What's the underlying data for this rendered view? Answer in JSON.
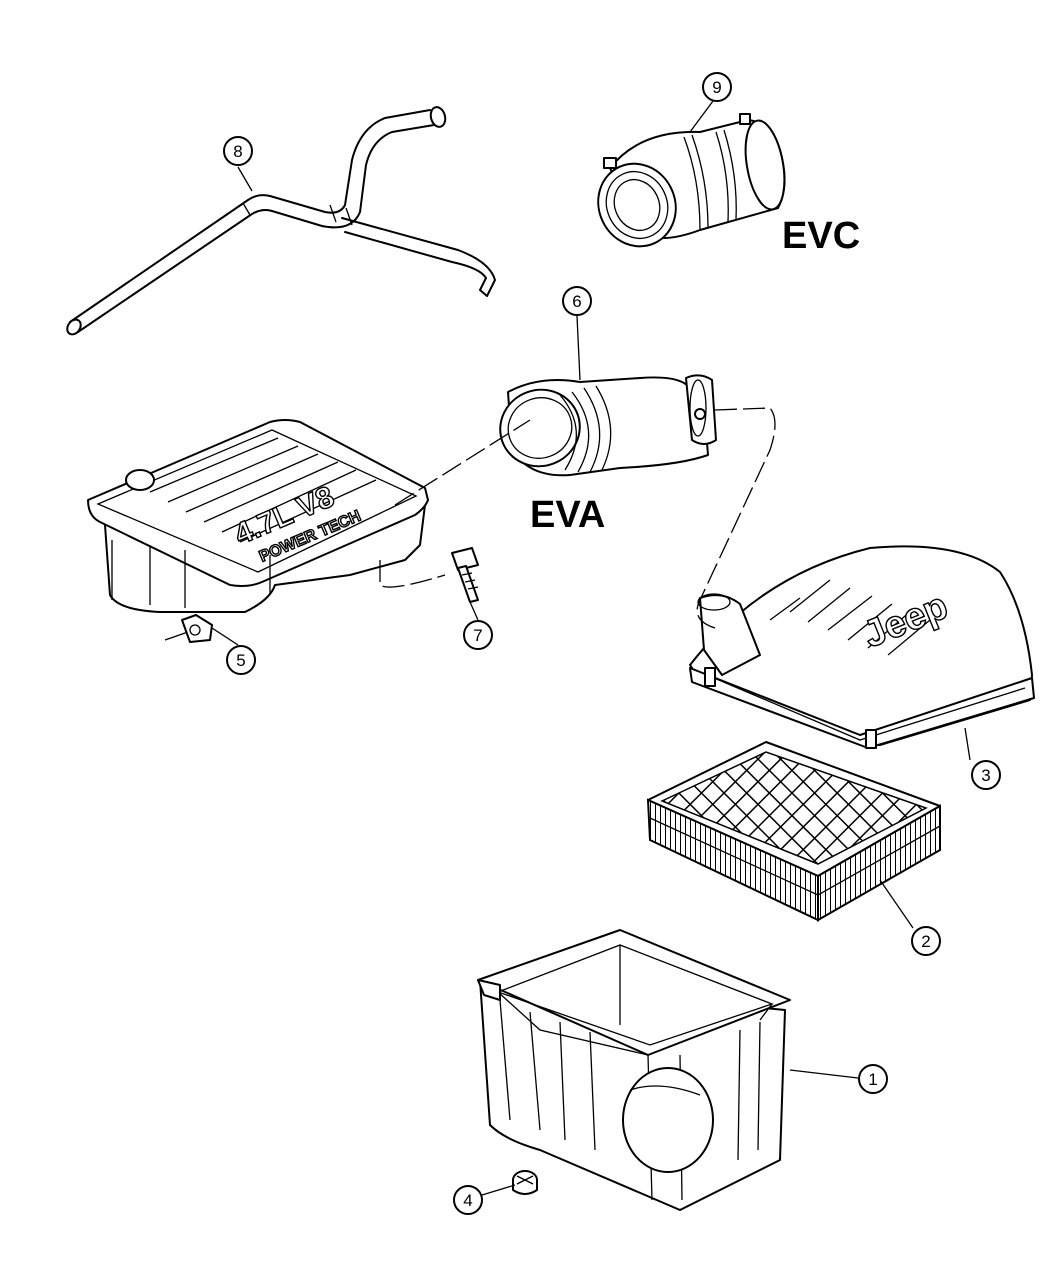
{
  "callouts": [
    "1",
    "2",
    "3",
    "4",
    "5",
    "6",
    "7",
    "8",
    "9"
  ],
  "engine_codes": {
    "eva": "EVA",
    "evc": "EVC"
  },
  "embossed_text": {
    "upper_cover_line1": "4.7L V8",
    "upper_cover_line2": "POWER TECH",
    "cover_brand": "Jeep"
  }
}
